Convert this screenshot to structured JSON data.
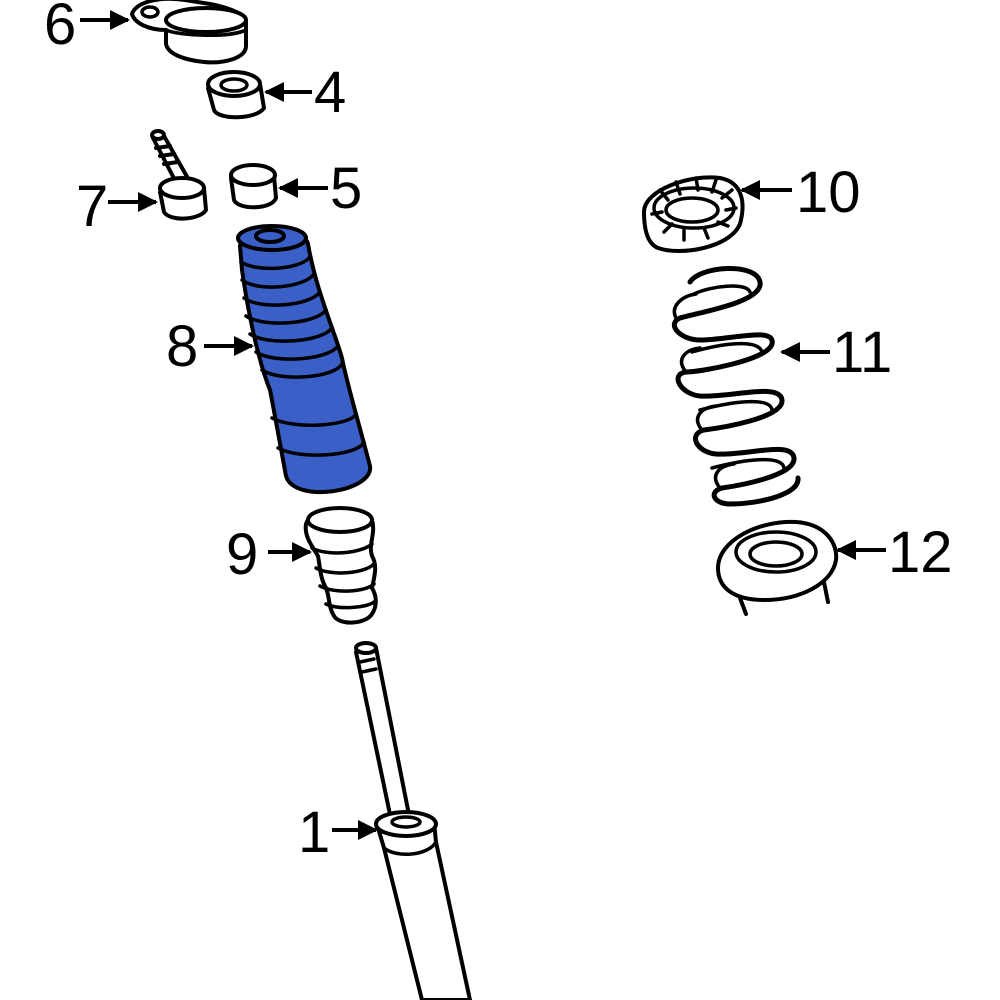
{
  "diagram": {
    "highlight_color": "#3a5fc6",
    "highlighted_part": "8",
    "callouts": {
      "c1": "1",
      "c4": "4",
      "c5": "5",
      "c6": "6",
      "c7": "7",
      "c8": "8",
      "c9": "9",
      "c10": "10",
      "c11": "11",
      "c12": "12"
    }
  }
}
